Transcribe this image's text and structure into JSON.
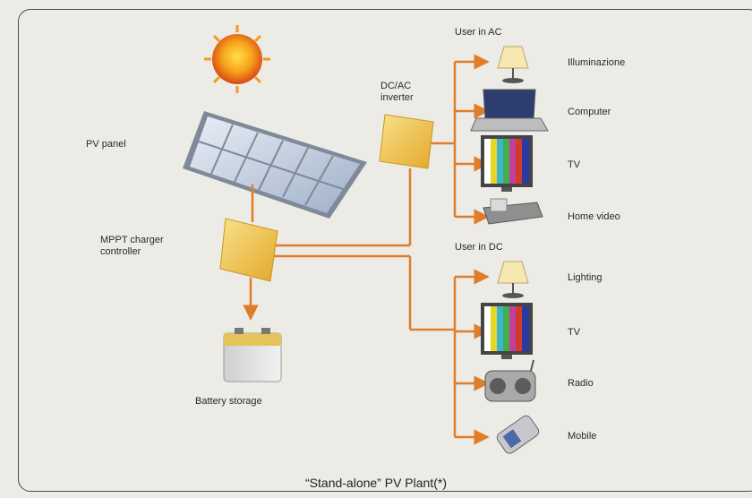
{
  "labels": {
    "pv_panel": "PV panel",
    "mppt": "MPPT charger\ncontroller",
    "battery": "Battery storage",
    "inverter": "DC/AC\ninverter",
    "user_ac": "User in AC",
    "user_dc": "User in DC"
  },
  "ac_loads": [
    "Illuminazione",
    "Computer",
    "TV",
    "Home video"
  ],
  "dc_loads": [
    "Lighting",
    "TV",
    "Radio",
    "Mobile"
  ],
  "caption": "“Stand-alone” PV Plant(*)",
  "colors": {
    "wire": "#e07d2a",
    "device": "#f0c64a",
    "background": "#ecebe5"
  },
  "icons": {
    "sun": "sun-icon",
    "panel": "pv-panel-icon",
    "battery": "battery-icon",
    "ac": [
      "lamp-icon",
      "laptop-icon",
      "tv-icon",
      "video-player-icon"
    ],
    "dc": [
      "lamp-icon",
      "tv-icon",
      "radio-icon",
      "mobile-phone-icon"
    ]
  }
}
